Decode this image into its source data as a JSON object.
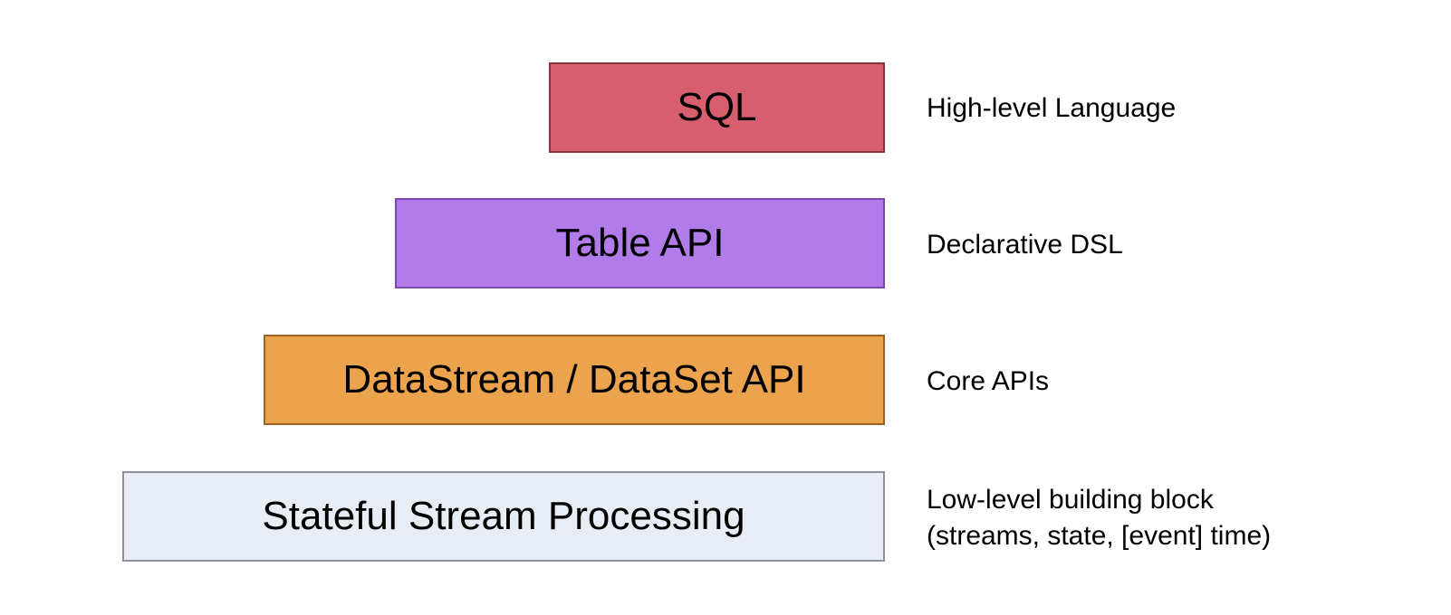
{
  "layers": [
    {
      "label": "SQL",
      "fill": "#d75e6e",
      "border": "#8e3040",
      "description": [
        "High-level Language"
      ]
    },
    {
      "label": "Table API",
      "fill": "#b27bea",
      "border": "#7b4aa8",
      "description": [
        "Declarative DSL"
      ]
    },
    {
      "label": "DataStream / DataSet API",
      "fill": "#eba44d",
      "border": "#9a6428",
      "description": [
        "Core APIs"
      ]
    },
    {
      "label": "Stateful Stream Processing",
      "fill": "#e8ecf4",
      "border": "#8e9099",
      "description": [
        "Low-level building block",
        "(streams, state, [event] time)"
      ]
    }
  ]
}
